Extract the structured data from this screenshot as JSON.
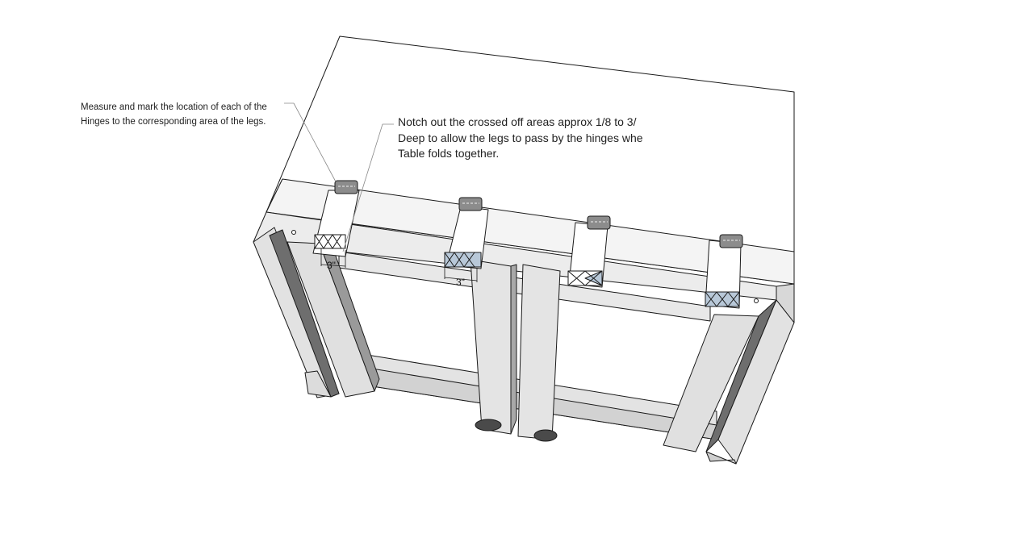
{
  "annotations": {
    "left_note": {
      "line1": "Measure and mark the location of each of the",
      "line2": "Hinges to the corresponding area of the legs."
    },
    "right_note": {
      "line1": "Notch out the crossed off areas approx 1/8 to 3/",
      "line2": "Deep to allow the legs to pass by the hinges whe",
      "line3": "Table folds together."
    }
  },
  "dimensions": {
    "left_notch": "3\"",
    "center_notch": "3\""
  },
  "colors": {
    "line": "#1a1a1a",
    "face_light": "#e6e6e6",
    "face_mid": "#bdbdbd",
    "face_dark": "#6e6e6e",
    "hinge": "#8c8c8c",
    "notch_fill": "#b8c8d8"
  }
}
